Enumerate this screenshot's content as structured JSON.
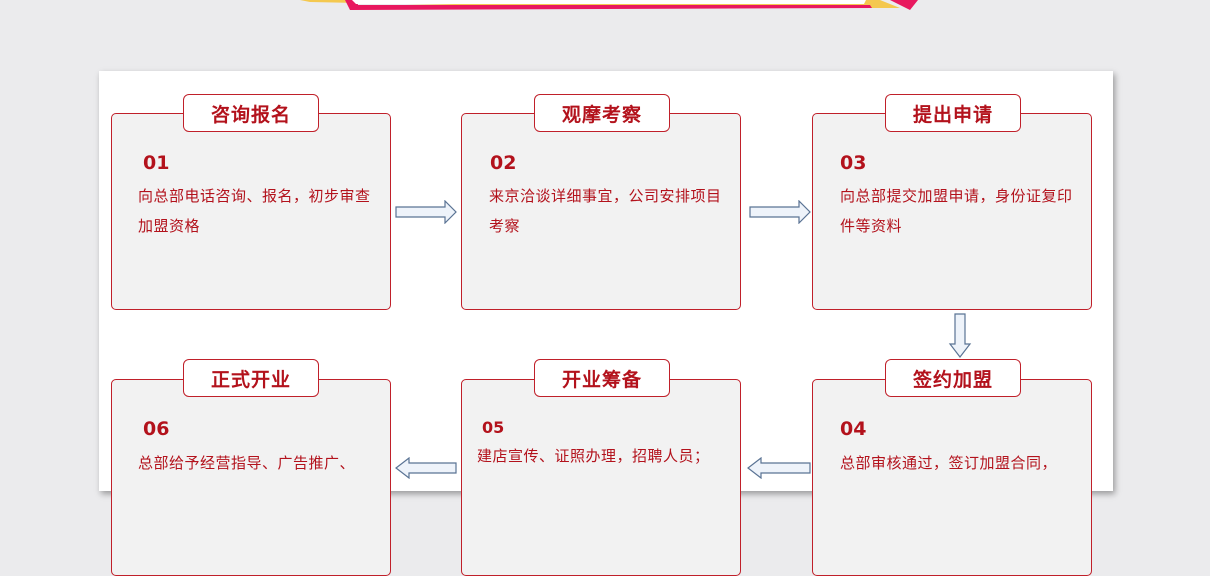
{
  "steps": [
    {
      "title": "咨询报名",
      "number": "01",
      "description": "向总部电话咨询、报名，初步审查加盟资格"
    },
    {
      "title": "观摩考察",
      "number": "02",
      "description": "来京洽谈详细事宜，公司安排项目考察"
    },
    {
      "title": "提出申请",
      "number": "03",
      "description": "向总部提交加盟申请，身份证复印件等资料"
    },
    {
      "title": "签约加盟",
      "number": "04",
      "description": "总部审核通过，签订加盟合同，"
    },
    {
      "title": "开业筹备",
      "number": "05",
      "description": "建店宣传、证照办理，招聘人员；"
    },
    {
      "title": "正式开业",
      "number": "06",
      "description": "总部给予经营指导、广告推广、"
    }
  ],
  "colors": {
    "accent": "#b3121c",
    "box_fill": "#f2f2f2",
    "arrow_fill": "#eef3fa",
    "arrow_stroke": "#5a7394",
    "banner_pink": "#e8185f",
    "banner_yellow": "#f6c233"
  }
}
